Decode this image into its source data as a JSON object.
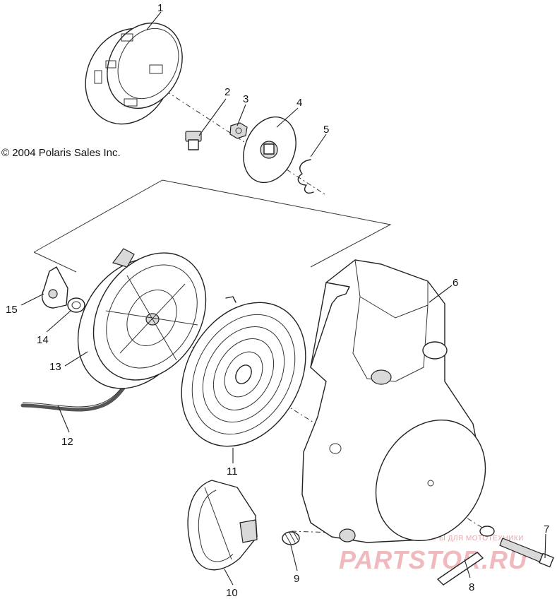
{
  "copyright": "© 2004 Polaris Sales Inc.",
  "callouts": [
    "1",
    "2",
    "3",
    "4",
    "5",
    "6",
    "7",
    "8",
    "9",
    "10",
    "11",
    "12",
    "13",
    "14",
    "15"
  ],
  "watermark": {
    "tagline": "ЧАСТИ И АКСЕССУАРЫ ДЛЯ МОТОТЕХНИКИ",
    "brand": "PARTSTOR.RU"
  }
}
